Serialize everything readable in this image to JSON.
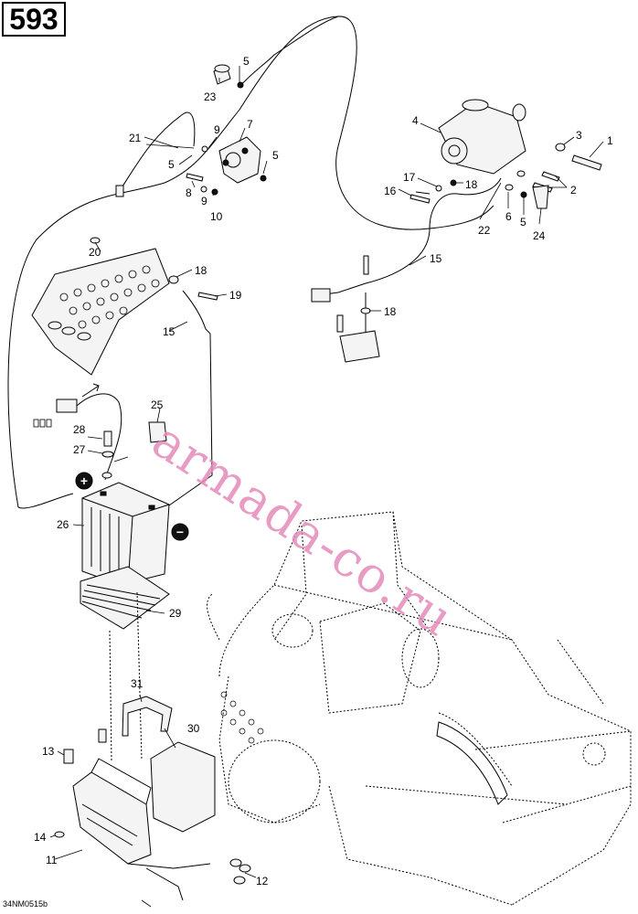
{
  "page_number": "593",
  "watermark": "armada-co.ru",
  "drawing_code": "34NM0515b",
  "callouts": {
    "c1": "1",
    "c2": "2",
    "c3": "3",
    "c4": "4",
    "c5a": "5",
    "c5b": "5",
    "c5c": "5",
    "c5d": "5",
    "c6": "6",
    "c7": "7",
    "c8": "8",
    "c9a": "9",
    "c9b": "9",
    "c10": "10",
    "c11": "11",
    "c12": "12",
    "c13": "13",
    "c14": "14",
    "c15a": "15",
    "c15b": "15",
    "c16": "16",
    "c17": "17",
    "c18a": "18",
    "c18b": "18",
    "c18c": "18",
    "c19": "19",
    "c20": "20",
    "c21": "21",
    "c22": "22",
    "c23": "23",
    "c24": "24",
    "c25": "25",
    "c26": "26",
    "c27": "27",
    "c28": "28",
    "c29": "29",
    "c30": "30",
    "c31": "31"
  },
  "symbols": {
    "positive": "+",
    "negative": "−"
  }
}
